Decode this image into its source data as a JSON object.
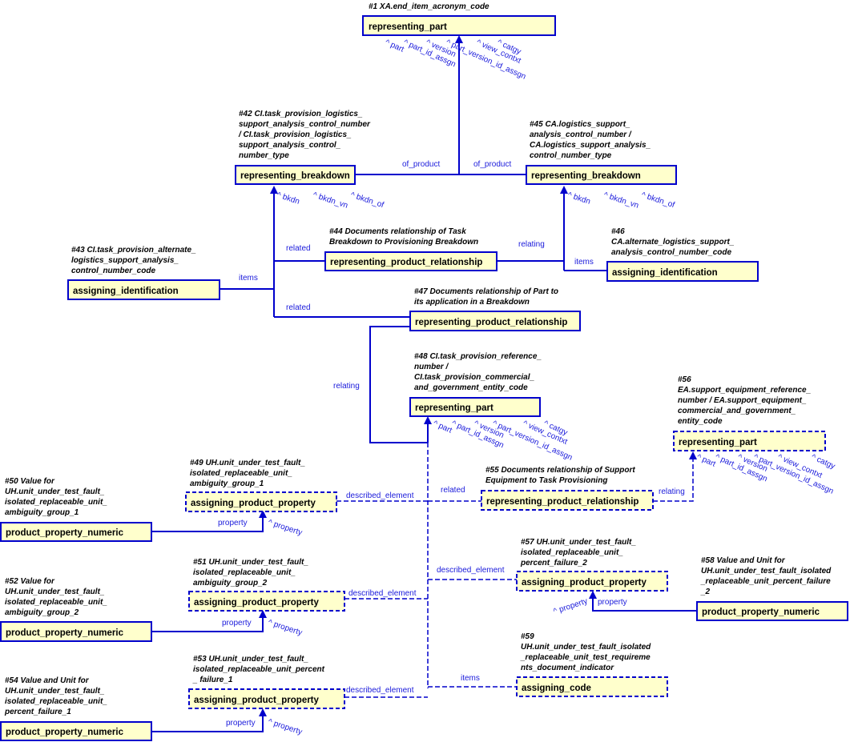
{
  "colors": {
    "accent": "#0000cc",
    "box_fill": "#ffffcc",
    "label": "#1a1adb"
  },
  "entities": {
    "e1": "representing_part",
    "e42": "representing_breakdown",
    "e45": "representing_breakdown",
    "e43": "assigning_identification",
    "e44": "representing_product_relationship",
    "e46": "assigning_identification",
    "e47": "representing_product_relationship",
    "e48": "representing_part",
    "e56": "representing_part",
    "e49": "assigning_product_property",
    "e55": "representing_product_relationship",
    "e50": "product_property_numeric",
    "e57": "assigning_product_property",
    "e51": "assigning_product_property",
    "e58": "product_property_numeric",
    "e52": "product_property_numeric",
    "e59": "assigning_code",
    "e53": "assigning_product_property",
    "e54": "product_property_numeric"
  },
  "notes": {
    "n1": [
      "#1 XA.end_item_acronym_code"
    ],
    "n42": [
      "#42 CI.task_provision_logistics_",
      "support_analysis_control_number",
      "/ CI.task_provision_logistics_",
      "support_analysis_control_",
      "number_type"
    ],
    "n45": [
      "#45 CA.logistics_support_",
      "analysis_control_number /",
      "CA.logistics_support_analysis_",
      "control_number_type"
    ],
    "n43": [
      "#43 CI.task_provision_alternate_",
      "logistics_support_analysis_",
      "control_number_code"
    ],
    "n44": [
      "#44  Documents relationship of Task",
      "Breakdown to Provisioning Breakdown"
    ],
    "n46": [
      "#46",
      "CA.alternate_logistics_support_",
      "analysis_control_number_code"
    ],
    "n47": [
      "#47 Documents relationship of Part to",
      "its application in a Breakdown"
    ],
    "n48": [
      "#48 CI.task_provision_reference_",
      "number /",
      "CI.task_provision_commercial_",
      "and_government_entity_code"
    ],
    "n56": [
      "#56",
      "EA.support_equipment_reference_",
      "number / EA.support_equipment_",
      "commercial_and_government_",
      "entity_code"
    ],
    "n49": [
      "#49 UH.unit_under_test_fault_",
      "isolated_replaceable_unit_",
      "ambiguity_group_1"
    ],
    "n50": [
      "#50 Value for",
      "UH.unit_under_test_fault_",
      "isolated_replaceable_unit_",
      "ambiguity_group_1"
    ],
    "n55": [
      "#55 Documents relationship of Support",
      "Equipment to Task Provisioning"
    ],
    "n57": [
      "#57 UH.unit_under_test_fault_",
      "isolated_replaceable_unit_",
      "percent_failure_2"
    ],
    "n51": [
      "#51 UH.unit_under_test_fault_",
      "isolated_replaceable_unit_",
      "ambiguity_group_2"
    ],
    "n52": [
      "#52 Value for",
      "UH.unit_under_test_fault_",
      "isolated_replaceable_unit_",
      "ambiguity_group_2"
    ],
    "n58": [
      "#58 Value and Unit for",
      "UH.unit_under_test_fault_isolated",
      "_replaceable_unit_percent_failure",
      "_2"
    ],
    "n59": [
      "#59",
      "UH.unit_under_test_fault_isolated",
      "_replaceable_unit_test_requireme",
      "nts_document_indicator"
    ],
    "n53": [
      "#53 UH.unit_under_test_fault_",
      "isolated_replaceable_unit_percent",
      "_ failure_1"
    ],
    "n54": [
      "#54 Value and Unit for",
      "UH.unit_under_test_fault_",
      "isolated_replaceable_unit_",
      "percent_failure_1"
    ]
  },
  "labels": {
    "of_product": "of_product",
    "related": "related",
    "relating": "relating",
    "items": "items",
    "described_element": "described_element",
    "property": "property",
    "inv_property": "^ property",
    "bkdn": "^ bkdn",
    "bkdn_vn": "^ bkdn_vn",
    "bkdn_of": "^ bkdn_of",
    "part": "^ part",
    "part_id_assgn": "^ part_id_assgn",
    "version": "^ version",
    "part_version_id_assgn": "^ part_version_id_assgn",
    "view_contxt": "^ view_contxt",
    "catgy": "^ catgy"
  }
}
